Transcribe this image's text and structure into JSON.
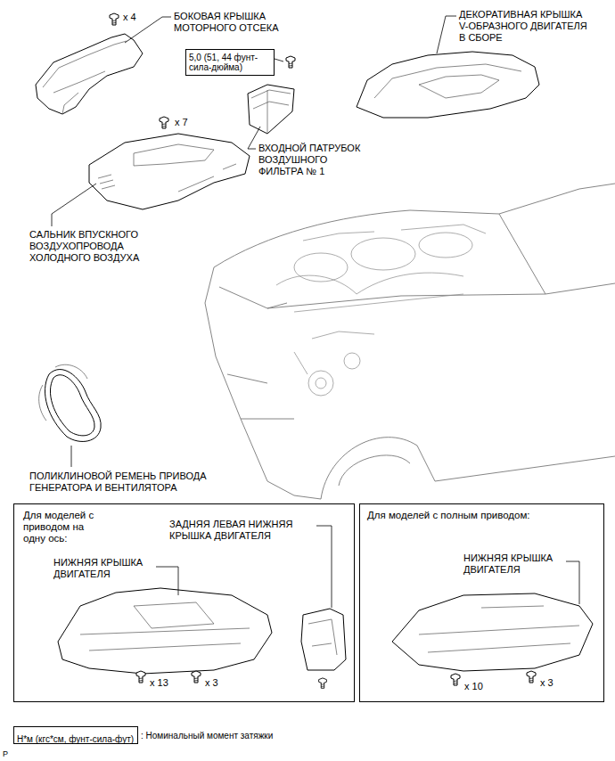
{
  "diagram": {
    "nodes": [
      {
        "text": [
          "5,0 (51, 44 фунт-сила-дюйма)"
        ]
      },
      {
        "text": [
          "Для моделей с приводом на одну ось:"
        ]
      },
      {
        "text": [
          "Для моделей с полным приводом:"
        ]
      },
      {
        "text": [
          "Н*м (кгс*см, фунт-сила-фут)"
        ]
      }
    ],
    "edges": [],
    "labels": [
      "x 4",
      "БОКОВАЯ КРЫШКА МОТОРНОГО ОТСЕКА",
      "ДЕКОРАТИВНАЯ КРЫШКА V-ОБРАЗНОГО ДВИГАТЕЛЯ В СБОРЕ",
      "x 7",
      "ВХОДНОЙ ПАТРУБОК ВОЗДУШНОГО ФИЛЬТРА № 1",
      "САЛЬНИК ВПУСКНОГО ВОЗДУХОПРОВОДА ХОЛОДНОГО ВОЗДУХА",
      "ПОЛИКЛИНОВОЙ РЕМЕНЬ ПРИВОДА ГЕНЕРАТОРА И ВЕНТИЛЯТОРА",
      "ЗАДНЯЯ ЛЕВАЯ НИЖНЯЯ КРЫШКА ДВИГАТЕЛЯ",
      "НИЖНЯЯ КРЫШКА ДВИГАТЕЛЯ",
      "x 13",
      "x 3",
      "НИЖНЯЯ КРЫШКА ДВИГАТЕЛЯ",
      "x 10",
      "x 3",
      ": Номинальный момент затяжки",
      "P"
    ]
  }
}
